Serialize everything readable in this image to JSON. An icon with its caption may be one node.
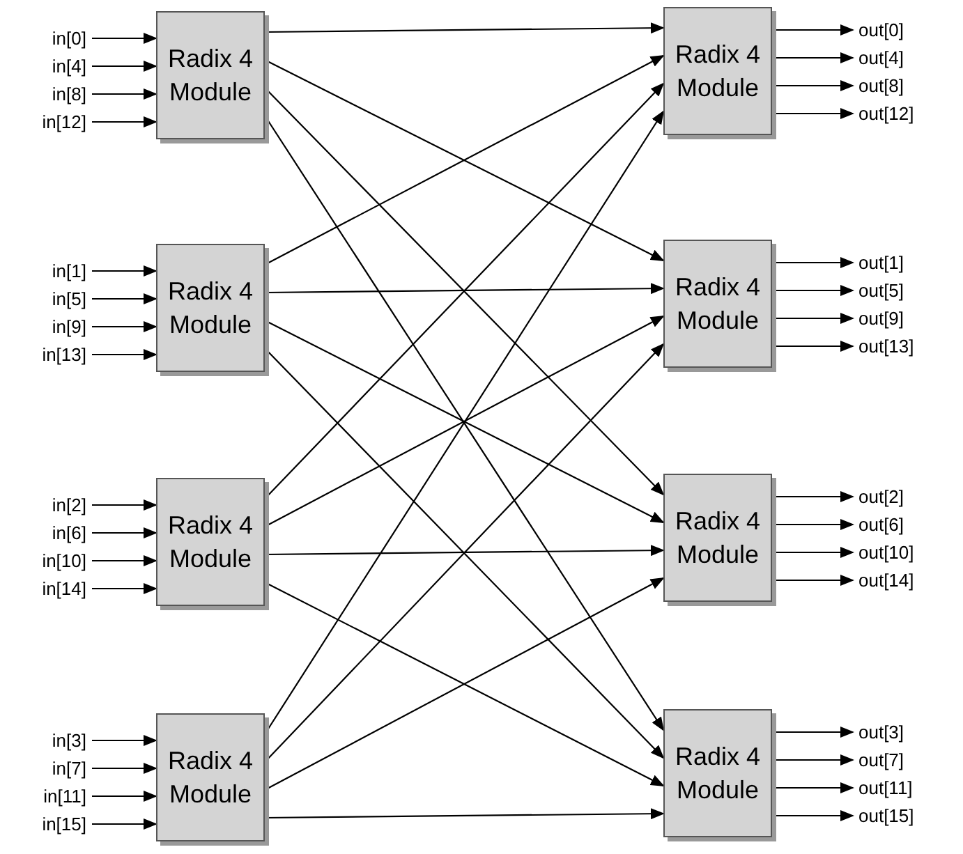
{
  "diagram": {
    "nodes": [
      {
        "text": [
          "Radix 4 Module"
        ]
      },
      {
        "text": [
          "Radix 4 Module"
        ]
      },
      {
        "text": [
          "Radix 4 Module"
        ]
      },
      {
        "text": [
          "Radix 4 Module"
        ]
      },
      {
        "text": [
          "Radix 4 Module"
        ]
      },
      {
        "text": [
          "Radix 4 Module"
        ]
      },
      {
        "text": [
          "Radix 4 Module"
        ]
      },
      {
        "text": [
          "Radix 4 Module"
        ]
      },
      {
        "text": [
          "in[0]"
        ]
      },
      {
        "text": [
          "in[4]"
        ]
      },
      {
        "text": [
          "in[8]"
        ]
      },
      {
        "text": [
          "in[12]"
        ]
      },
      {
        "text": [
          "in[1]"
        ]
      },
      {
        "text": [
          "in[5]"
        ]
      },
      {
        "text": [
          "in[9]"
        ]
      },
      {
        "text": [
          "in[13]"
        ]
      },
      {
        "text": [
          "in[2]"
        ]
      },
      {
        "text": [
          "in[6]"
        ]
      },
      {
        "text": [
          "in[10]"
        ]
      },
      {
        "text": [
          "in[14]"
        ]
      },
      {
        "text": [
          "in[3]"
        ]
      },
      {
        "text": [
          "in[7]"
        ]
      },
      {
        "text": [
          "in[11]"
        ]
      },
      {
        "text": [
          "in[15]"
        ]
      },
      {
        "text": [
          "out[0]"
        ]
      },
      {
        "text": [
          "out[4]"
        ]
      },
      {
        "text": [
          "out[8]"
        ]
      },
      {
        "text": [
          "out[12]"
        ]
      },
      {
        "text": [
          "out[1]"
        ]
      },
      {
        "text": [
          "out[5]"
        ]
      },
      {
        "text": [
          "out[9]"
        ]
      },
      {
        "text": [
          "out[13]"
        ]
      },
      {
        "text": [
          "out[2]"
        ]
      },
      {
        "text": [
          "out[6]"
        ]
      },
      {
        "text": [
          "out[10]"
        ]
      },
      {
        "text": [
          "out[14]"
        ]
      },
      {
        "text": [
          "out[3]"
        ]
      },
      {
        "text": [
          "out[7]"
        ]
      },
      {
        "text": [
          "out[11]"
        ]
      },
      {
        "text": [
          "out[15]"
        ]
      }
    ],
    "edges": [
      {
        "from": 8,
        "to": 0,
        "arrow": "to"
      },
      {
        "from": 9,
        "to": 0,
        "arrow": "to"
      },
      {
        "from": 10,
        "to": 0,
        "arrow": "to"
      },
      {
        "from": 11,
        "to": 0,
        "arrow": "to"
      },
      {
        "from": 12,
        "to": 1,
        "arrow": "to"
      },
      {
        "from": 13,
        "to": 1,
        "arrow": "to"
      },
      {
        "from": 14,
        "to": 1,
        "arrow": "to"
      },
      {
        "from": 15,
        "to": 1,
        "arrow": "to"
      },
      {
        "from": 16,
        "to": 2,
        "arrow": "to"
      },
      {
        "from": 17,
        "to": 2,
        "arrow": "to"
      },
      {
        "from": 18,
        "to": 2,
        "arrow": "to"
      },
      {
        "from": 19,
        "to": 2,
        "arrow": "to"
      },
      {
        "from": 20,
        "to": 3,
        "arrow": "to"
      },
      {
        "from": 21,
        "to": 3,
        "arrow": "to"
      },
      {
        "from": 22,
        "to": 3,
        "arrow": "to"
      },
      {
        "from": 23,
        "to": 3,
        "arrow": "to"
      },
      {
        "from": 0,
        "to": 4,
        "arrow": "to"
      },
      {
        "from": 0,
        "to": 5,
        "arrow": "to"
      },
      {
        "from": 0,
        "to": 6,
        "arrow": "to"
      },
      {
        "from": 0,
        "to": 7,
        "arrow": "to"
      },
      {
        "from": 1,
        "to": 4,
        "arrow": "to"
      },
      {
        "from": 1,
        "to": 5,
        "arrow": "to"
      },
      {
        "from": 1,
        "to": 6,
        "arrow": "to"
      },
      {
        "from": 1,
        "to": 7,
        "arrow": "to"
      },
      {
        "from": 2,
        "to": 4,
        "arrow": "to"
      },
      {
        "from": 2,
        "to": 5,
        "arrow": "to"
      },
      {
        "from": 2,
        "to": 6,
        "arrow": "to"
      },
      {
        "from": 2,
        "to": 7,
        "arrow": "to"
      },
      {
        "from": 3,
        "to": 4,
        "arrow": "to"
      },
      {
        "from": 3,
        "to": 5,
        "arrow": "to"
      },
      {
        "from": 3,
        "to": 6,
        "arrow": "to"
      },
      {
        "from": 3,
        "to": 7,
        "arrow": "to"
      },
      {
        "from": 4,
        "to": 24,
        "arrow": "to"
      },
      {
        "from": 4,
        "to": 25,
        "arrow": "to"
      },
      {
        "from": 4,
        "to": 26,
        "arrow": "to"
      },
      {
        "from": 4,
        "to": 27,
        "arrow": "to"
      },
      {
        "from": 5,
        "to": 28,
        "arrow": "to"
      },
      {
        "from": 5,
        "to": 29,
        "arrow": "to"
      },
      {
        "from": 5,
        "to": 30,
        "arrow": "to"
      },
      {
        "from": 5,
        "to": 31,
        "arrow": "to"
      },
      {
        "from": 6,
        "to": 32,
        "arrow": "to"
      },
      {
        "from": 6,
        "to": 33,
        "arrow": "to"
      },
      {
        "from": 6,
        "to": 34,
        "arrow": "to"
      },
      {
        "from": 6,
        "to": 35,
        "arrow": "to"
      },
      {
        "from": 7,
        "to": 36,
        "arrow": "to"
      },
      {
        "from": 7,
        "to": 37,
        "arrow": "to"
      },
      {
        "from": 7,
        "to": 38,
        "arrow": "to"
      },
      {
        "from": 7,
        "to": 39,
        "arrow": "to"
      }
    ]
  }
}
